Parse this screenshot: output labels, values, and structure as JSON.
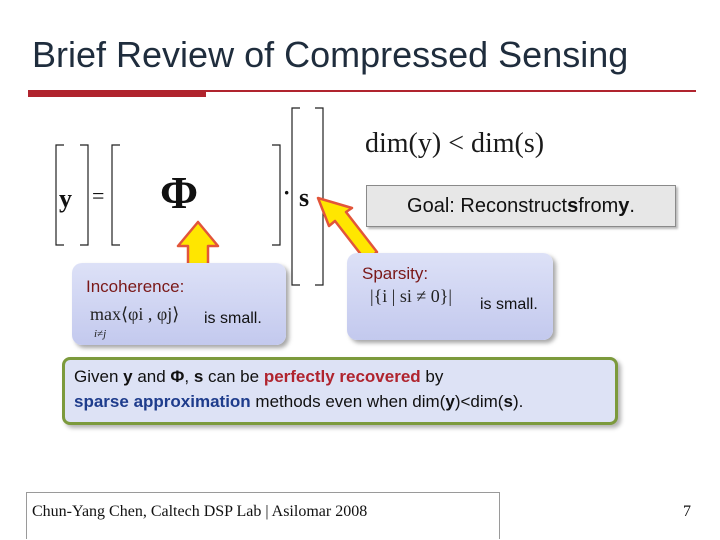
{
  "slide": {
    "title": "Brief Review of Compressed Sensing",
    "equation": {
      "lhs": "y",
      "equals": "=",
      "matrix": "Φ",
      "dot": "·",
      "rhs": "s",
      "condition": "dim(y) < dim(s)"
    },
    "goal": {
      "prefix": "Goal: Reconstruct ",
      "s": "s",
      "middle": " from ",
      "y": "y",
      "suffix": "."
    },
    "incoherence": {
      "label": "Incoherence:",
      "formula": "max⟨φi , φj⟩",
      "subscript": "i≠j",
      "suffix": "is small."
    },
    "sparsity": {
      "label": "Sparsity:",
      "formula": "|{i | si ≠ 0}|",
      "suffix": "is small."
    },
    "result": {
      "line1": {
        "t1": "Given ",
        "y": "y",
        "t2": " and ",
        "phi": "Φ",
        "t3": ", ",
        "s": "s",
        "t4": " can be ",
        "highlight": "perfectly recovered",
        "t5": " by"
      },
      "line2": {
        "highlight1": "sparse",
        "t1": " ",
        "highlight2": "approximation",
        "t2": " methods even when dim(",
        "y": "y",
        "t3": ")<dim(",
        "s": "s",
        "t4": ")."
      }
    },
    "footer": "Chun-Yang Chen, Caltech DSP Lab | Asilomar 2008",
    "page_number": "7",
    "colors": {
      "title": "#1f2d3d",
      "accent_rule": "#b0242e",
      "label_red": "#7a1818",
      "highlight_red": "#b0242e",
      "highlight_blue": "#1e3c8c",
      "arrow_fill": "#ffe600",
      "arrow_stroke": "#e2553a",
      "panel": "#c3c9ee",
      "result_border": "#7c9a3c"
    }
  }
}
